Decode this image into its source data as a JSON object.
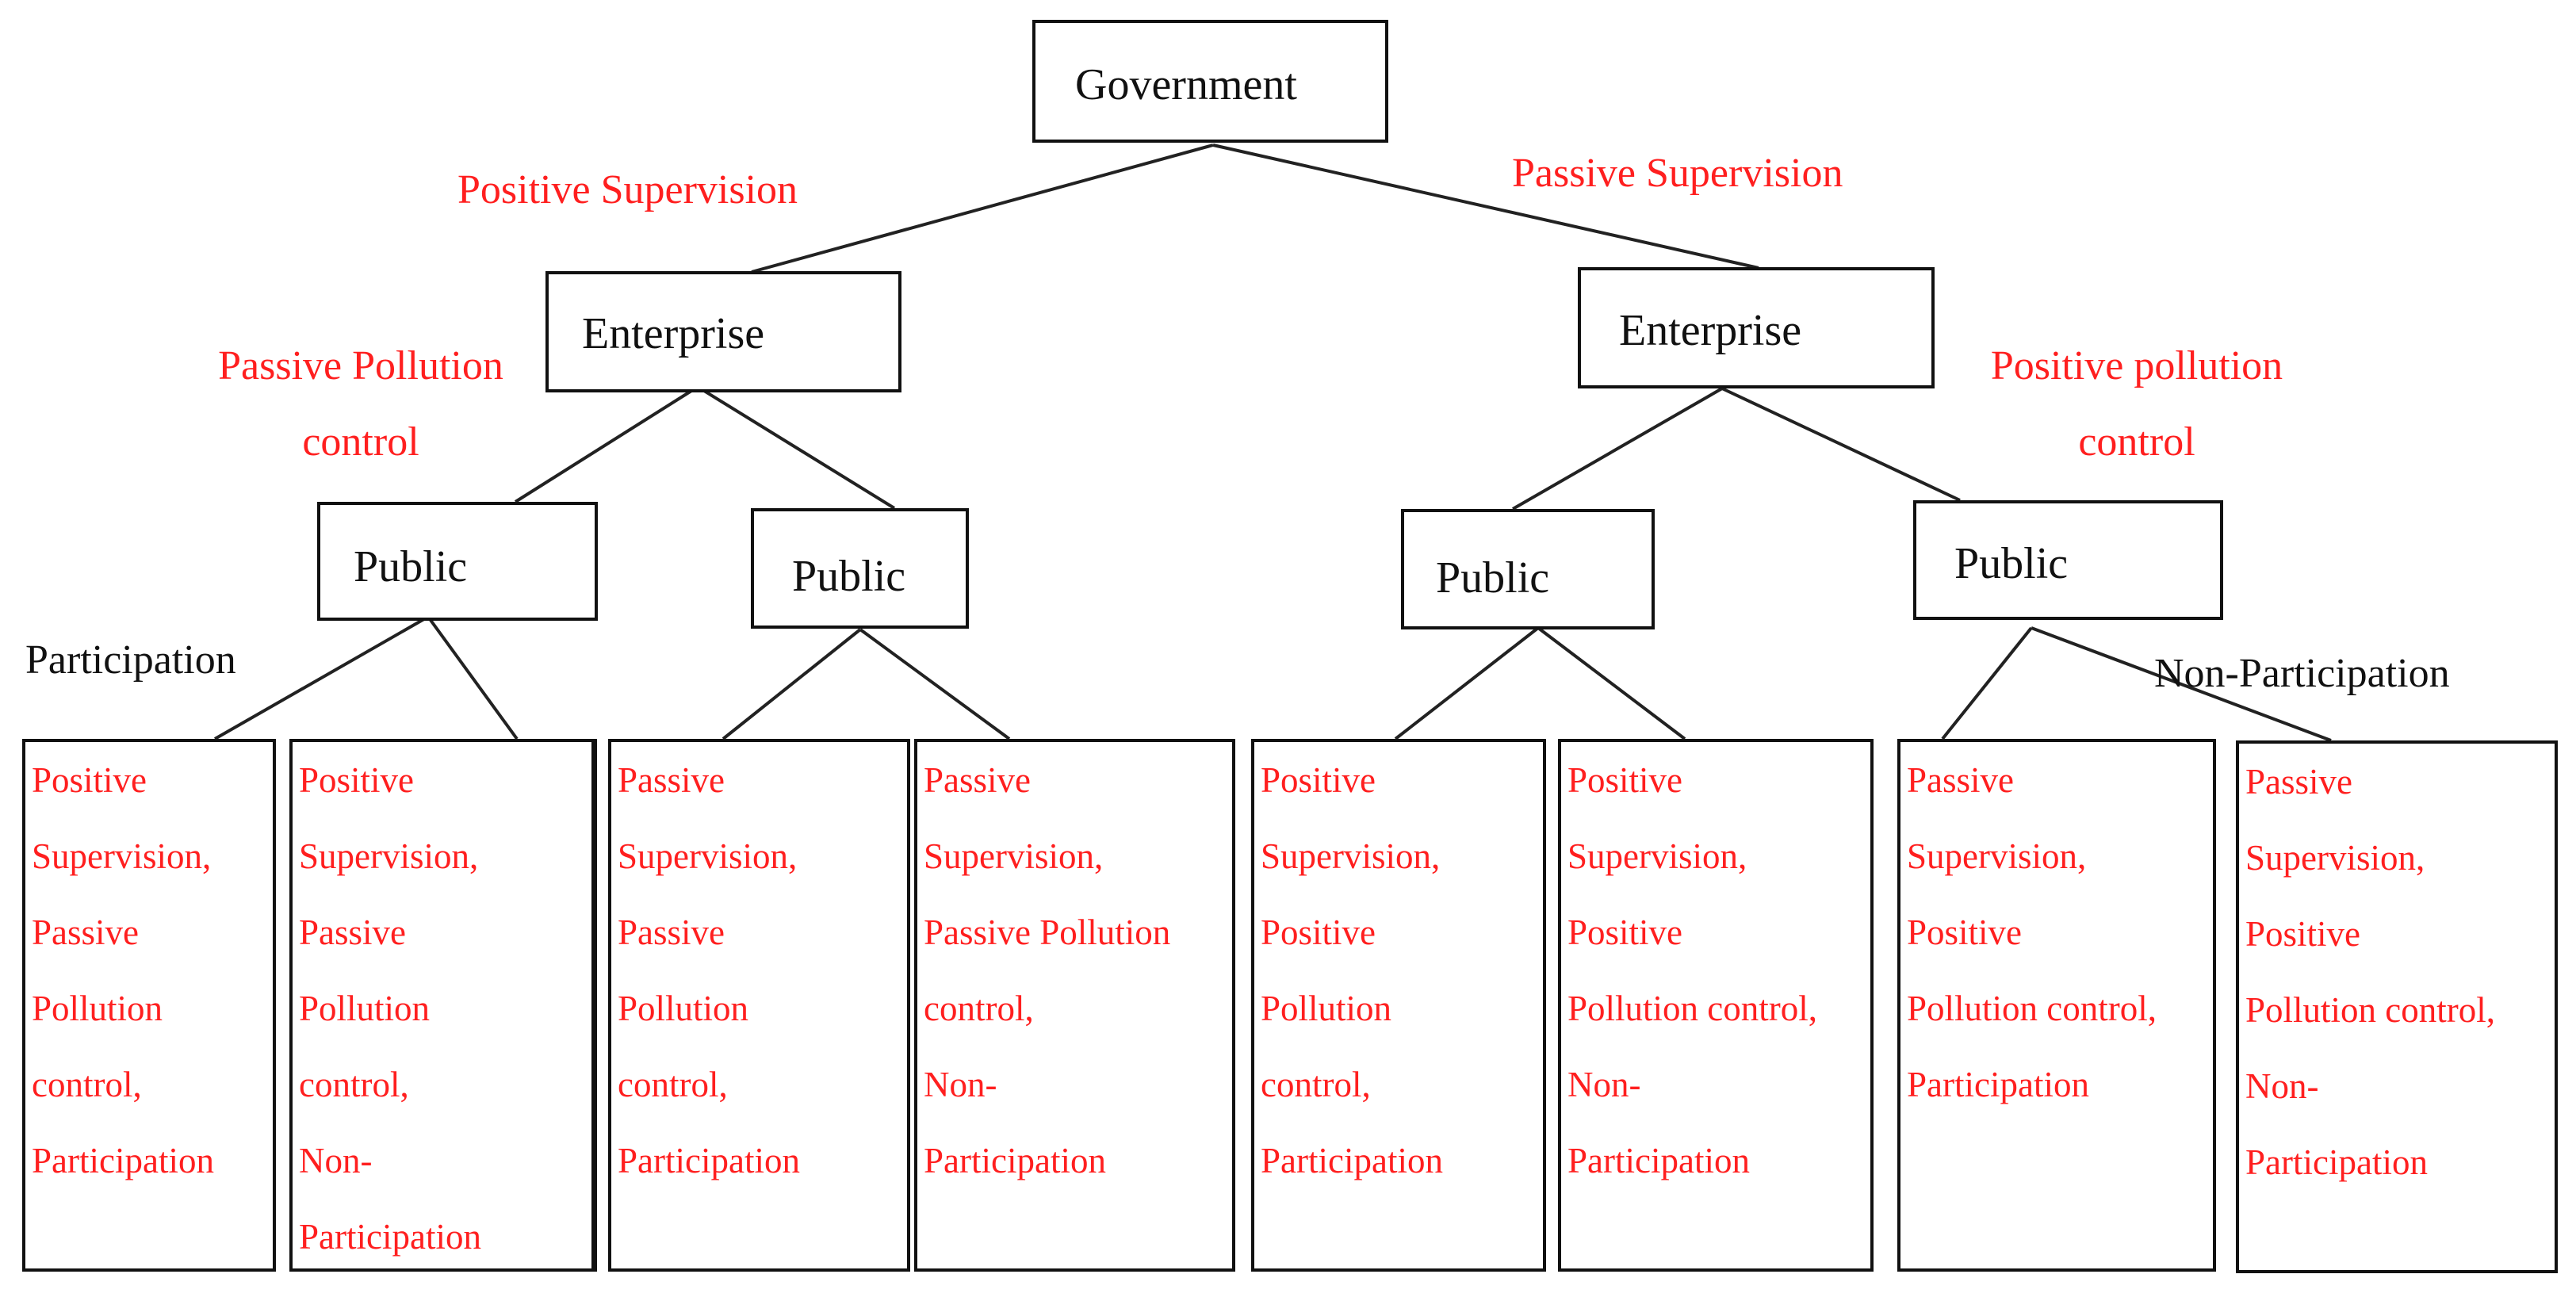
{
  "colors": {
    "accent_text": "#ff1f1f",
    "node_text": "#111111",
    "edge": "#222222"
  },
  "root": {
    "label": "Government"
  },
  "level1": [
    {
      "label": "Enterprise"
    },
    {
      "label": "Enterprise"
    }
  ],
  "level2": [
    {
      "label": "Public"
    },
    {
      "label": "Public"
    },
    {
      "label": "Public"
    },
    {
      "label": "Public"
    }
  ],
  "branch_labels": {
    "positive_supervision": "Positive Supervision",
    "passive_supervision": "Passive Supervision",
    "passive_pollution_control": "Passive Pollution\ncontrol",
    "positive_pollution_control": "Positive pollution\ncontrol",
    "participation": "Participation",
    "non_participation": "Non-Participation"
  },
  "leaves": [
    "Positive\nSupervision,\nPassive\nPollution\ncontrol,\nParticipation",
    "Positive\nSupervision,\nPassive\nPollution\ncontrol,\nNon-\nParticipation",
    "Passive\nSupervision,\nPassive\nPollution\ncontrol,\nParticipation",
    "Passive\nSupervision,\nPassive Pollution\ncontrol,\nNon-\nParticipation",
    "Positive\nSupervision,\nPositive\nPollution\ncontrol,\nParticipation",
    "Positive\nSupervision,\nPositive\nPollution control,\nNon-\nParticipation",
    "Passive\nSupervision,\nPositive\nPollution control,\nParticipation",
    "Passive\nSupervision,\nPositive\nPollution control,\nNon-\nParticipation"
  ]
}
